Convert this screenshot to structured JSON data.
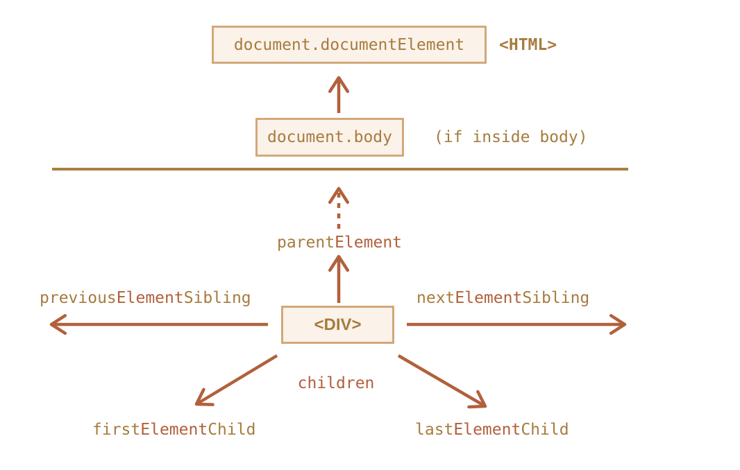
{
  "colors": {
    "background": "#ffffff",
    "box-border": "#d2a87a",
    "box-fill": "#fbf2e9",
    "text-gold": "#a67c3e",
    "text-red": "#b2603c",
    "arrow": "#b2603c",
    "divider": "#a87f42"
  },
  "nodes": {
    "document_element": {
      "label": "document.documentElement"
    },
    "html_tag": {
      "label": "<HTML>"
    },
    "document_body": {
      "label": "document.body"
    },
    "body_note": {
      "label": "(if inside body)"
    },
    "div": {
      "label": "<DIV>"
    }
  },
  "labels": {
    "parent_element": {
      "pre": "parent",
      "highlight": "Element",
      "post": ""
    },
    "previous_element_sibling": {
      "pre": "previous",
      "highlight": "Element",
      "post": "Sibling"
    },
    "next_element_sibling": {
      "pre": "next",
      "highlight": "Element",
      "post": "Sibling"
    },
    "children": {
      "pre": "",
      "highlight": "children",
      "post": ""
    },
    "first_element_child": {
      "pre": "first",
      "highlight": "Element",
      "post": "Child"
    },
    "last_element_child": {
      "pre": "last",
      "highlight": "Element",
      "post": "Child"
    }
  }
}
